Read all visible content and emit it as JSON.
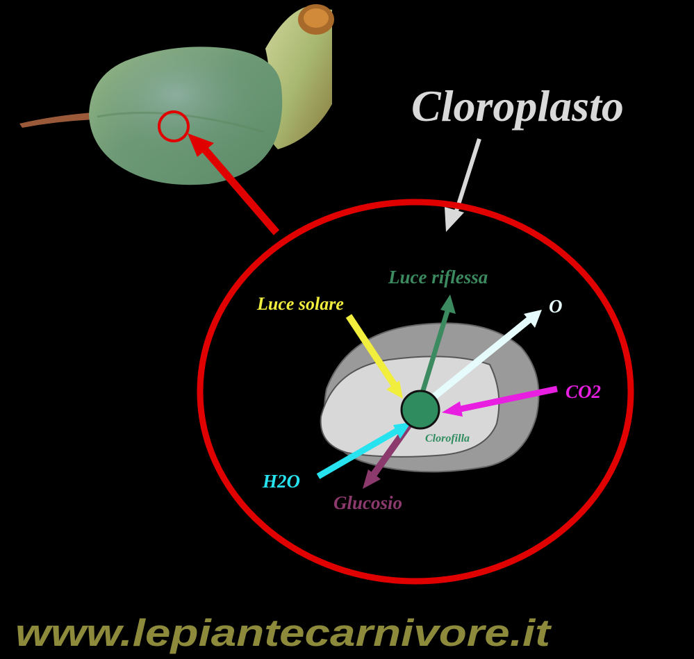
{
  "title": "Cloroplasto",
  "labels": {
    "luce_riflessa": "Luce riflessa",
    "luce_solare": "Luce solare",
    "oxygen": "O",
    "co2": "CO2",
    "clorofilla": "Clorofilla",
    "h2o": "H2O",
    "glucosio": "Glucosio"
  },
  "website": "www.lepiantecarnivore.it",
  "colors": {
    "background": "#000000",
    "magnify_circle": "#e00000",
    "title": "#d9d9d9",
    "luce_riflessa": "#3b8a60",
    "luce_solare": "#f2ee3e",
    "oxygen": "#e6fbfb",
    "co2": "#e81ee0",
    "clorofilla": "#2f8c5f",
    "h2o": "#27e3ef",
    "glucosio": "#8c3a6e",
    "website": "#8e8a3c"
  },
  "icons": [
    "leaf-photo",
    "magnify-circle",
    "chloroplast-shape",
    "chlorophyll-dot"
  ]
}
